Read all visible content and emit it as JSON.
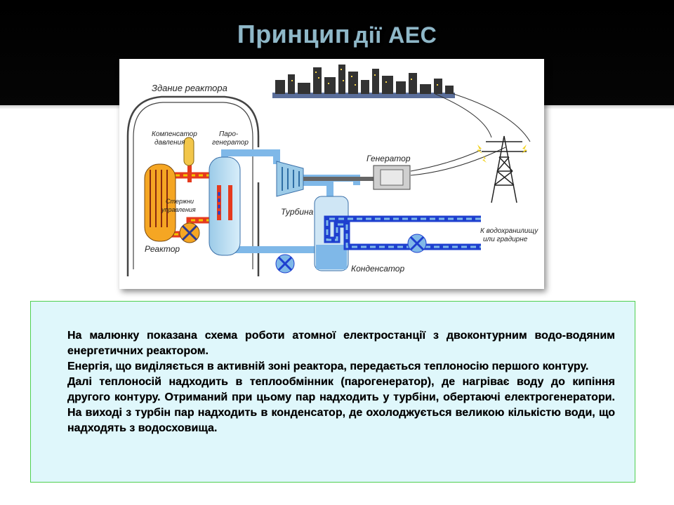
{
  "slide": {
    "title_part1": "Принцип",
    "title_part2": "дії АЕС"
  },
  "diagram": {
    "labels": {
      "building": "Здание реактора",
      "pressurizer_1": "Компенсатор",
      "pressurizer_2": "давления",
      "steam_gen_1": "Паро-",
      "steam_gen_2": "генератор",
      "rods_1": "Стержни",
      "rods_2": "управления",
      "reactor": "Реактор",
      "turbine": "Турбина",
      "generator": "Генератор",
      "condenser": "Конденсатор",
      "reservoir_1": "К водохранилищу",
      "reservoir_2": "или градирне"
    }
  },
  "description": {
    "paragraphs": [
      "На малюнку показана схема роботи атомної електростанції з двоконтурним водо-водяним енергетичних реактором.",
      "Енергія, що виділяється в активній зоні реактора, передається теплоносію першого контуру.",
      "Далі теплоносій надходить в теплообмінник (парогенератор), де нагріває воду до кипіння другого контуру. Отриманий при цьому пар надходить у турбіни, обертаючі електрогенератори. На виході з турбін пар надходить в конденсатор, де охолоджується великою кількістю води, що надходять з водосховища."
    ]
  },
  "colors": {
    "primary_loop": "#e53a1e",
    "primary_loop_dash": "#f3c400",
    "secondary_loop": "#7fb8e8",
    "cooling_loop": "#1e3fcf",
    "title": "#8fb8c8",
    "textbox_bg": "#dff7fb",
    "textbox_border": "#4fcf4f"
  }
}
